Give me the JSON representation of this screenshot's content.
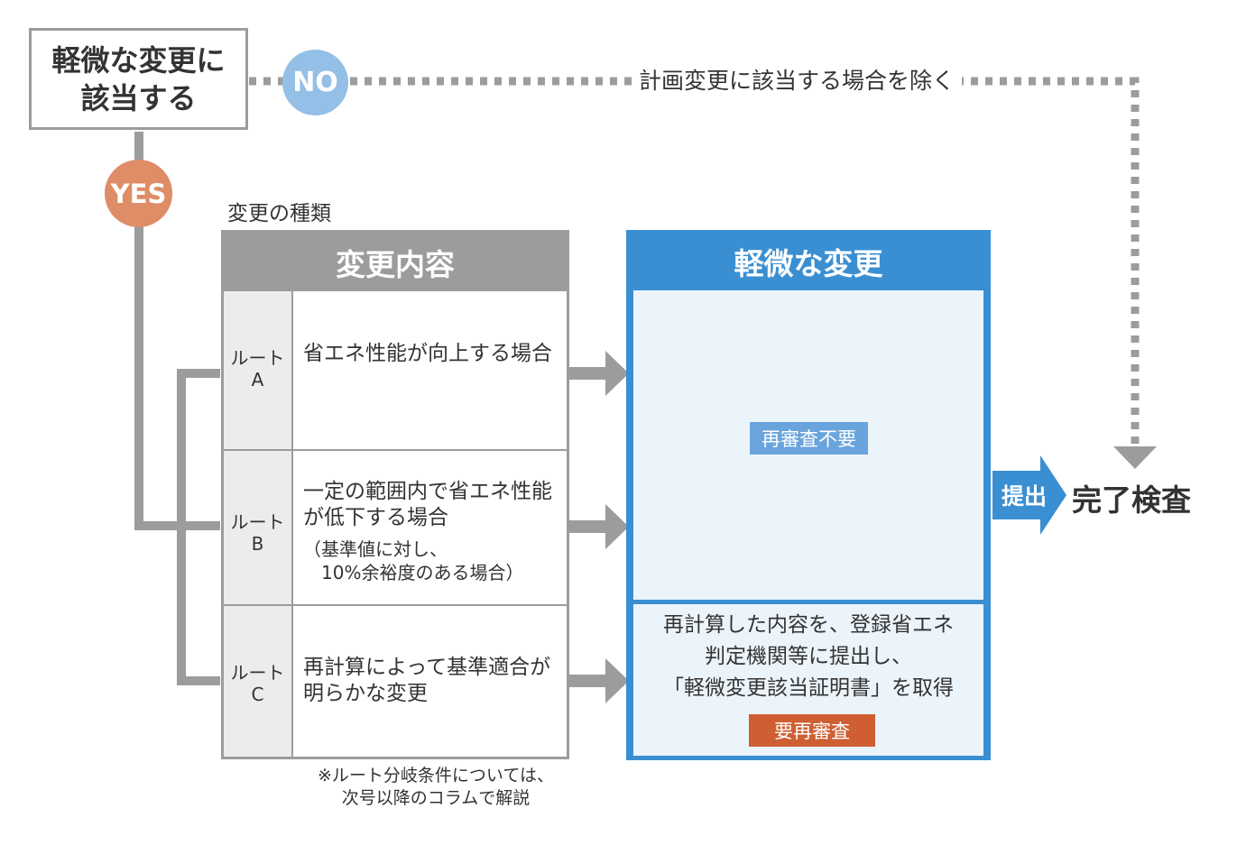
{
  "start_box": {
    "text": "軽微な変更に\n該当する"
  },
  "no_branch": {
    "circle": "NO",
    "label": "計画変更に該当する場合を除く"
  },
  "yes_branch": {
    "circle": "YES"
  },
  "change_types_label": "変更の種類",
  "left_table": {
    "header": "変更内容",
    "routes": [
      {
        "route": "ルート\nA",
        "description": "省エネ性能が向上する場合",
        "note": ""
      },
      {
        "route": "ルート\nB",
        "description": "一定の範囲内で省エネ性能が低下する場合",
        "note": "（基準値に対し、\n　10%余裕度のある場合）"
      },
      {
        "route": "ルート\nC",
        "description": "再計算によって基準適合が明らかな変更",
        "note": ""
      }
    ]
  },
  "right_table": {
    "header": "軽微な変更",
    "no_review_badge": "再審査不要",
    "recalc_text": "再計算した内容を、登録省エネ\n判定機関等に提出し、\n「軽微変更該当証明書」を取得",
    "review_required_badge": "要再審査"
  },
  "submit_label": "提出",
  "final_label": "完了検査",
  "footnote": "※ルート分岐条件については、\n次号以降のコラムで解説",
  "colors": {
    "gray": "#9c9c9c",
    "blue": "#3a8fd2",
    "light_blue": "#ecf4fb",
    "no_circle": "#94bfe6",
    "yes_circle": "#de8d67",
    "review_badge": "#cf5f33",
    "no_review_badge": "#6aa4dc"
  }
}
